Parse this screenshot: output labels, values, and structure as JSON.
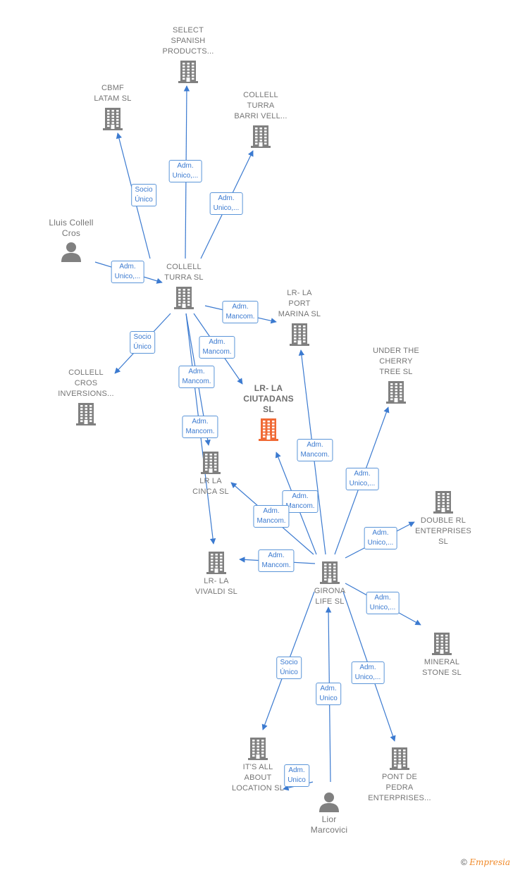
{
  "colors": {
    "company": "#808080",
    "highlight": "#f06a35",
    "edge": "#3b7ad0",
    "label_text": "#757575"
  },
  "nodes": [
    {
      "id": "select_spanish",
      "label": "SELECT\nSPANISH\nPRODUCTS...",
      "type": "company"
    },
    {
      "id": "cbmf",
      "label": "CBMF\nLATAM  SL",
      "type": "company"
    },
    {
      "id": "collell_barri",
      "label": "COLLELL\nTURRA\nBARRI VELL...",
      "type": "company"
    },
    {
      "id": "lluis",
      "label": "Lluis Collell\nCros",
      "type": "person"
    },
    {
      "id": "collell_turra",
      "label": "COLLELL\nTURRA  SL",
      "type": "company"
    },
    {
      "id": "lr_port",
      "label": "LR- LA\nPORT\nMARINA  SL",
      "type": "company"
    },
    {
      "id": "under_cherry",
      "label": "UNDER THE\nCHERRY\nTREE  SL",
      "type": "company"
    },
    {
      "id": "collell_cros",
      "label": "COLLELL\nCROS\nINVERSIONS...",
      "type": "company"
    },
    {
      "id": "lr_ciutadans",
      "label": "LR- LA\nCIUTADANS\nSL",
      "type": "highlight"
    },
    {
      "id": "lr_cinca",
      "label": "LR  LA\nCINCA  SL",
      "type": "company"
    },
    {
      "id": "double_rl",
      "label": "DOUBLE RL\nENTERPRISES\nSL",
      "type": "company"
    },
    {
      "id": "lr_vivaldi",
      "label": "LR- LA\nVIVALDI  SL",
      "type": "company"
    },
    {
      "id": "girona",
      "label": "GIRONA\nLIFE  SL",
      "type": "company"
    },
    {
      "id": "mineral",
      "label": "MINERAL\nSTONE  SL",
      "type": "company"
    },
    {
      "id": "its_all",
      "label": "IT'S ALL\nABOUT\nLOCATION  SL",
      "type": "company"
    },
    {
      "id": "pont",
      "label": "PONT DE\nPEDRA\nENTERPRISES...",
      "type": "company"
    },
    {
      "id": "lior",
      "label": "Lior\nMarcovici",
      "type": "person"
    }
  ],
  "edges": [
    {
      "from": "collell_turra",
      "to": "cbmf",
      "label": "Socio\nÚnico"
    },
    {
      "from": "collell_turra",
      "to": "select_spanish",
      "label": "Adm.\nUnico,..."
    },
    {
      "from": "collell_turra",
      "to": "collell_barri",
      "label": "Adm.\nUnico,..."
    },
    {
      "from": "lluis",
      "to": "collell_turra",
      "label": "Adm.\nUnico,..."
    },
    {
      "from": "collell_turra",
      "to": "lr_port",
      "label": "Adm.\nMancom."
    },
    {
      "from": "collell_turra",
      "to": "collell_cros",
      "label": "Socio\nÚnico"
    },
    {
      "from": "collell_turra",
      "to": "lr_ciutadans",
      "label": "Adm.\nMancom."
    },
    {
      "from": "collell_turra",
      "to": "lr_cinca",
      "label": "Adm.\nMancom."
    },
    {
      "from": "collell_turra",
      "to": "lr_vivaldi",
      "label": "Adm.\nMancom."
    },
    {
      "from": "girona",
      "to": "lr_port",
      "label": "Adm.\nMancom."
    },
    {
      "from": "girona",
      "to": "under_cherry",
      "label": "Adm.\nUnico,..."
    },
    {
      "from": "girona",
      "to": "lr_ciutadans",
      "label": "Adm.\nMancom."
    },
    {
      "from": "girona",
      "to": "lr_cinca",
      "label": "Adm.\nMancom."
    },
    {
      "from": "girona",
      "to": "double_rl",
      "label": "Adm.\nUnico,..."
    },
    {
      "from": "girona",
      "to": "lr_vivaldi",
      "label": "Adm.\nMancom."
    },
    {
      "from": "girona",
      "to": "mineral",
      "label": "Adm.\nUnico,..."
    },
    {
      "from": "girona",
      "to": "its_all",
      "label": "Socio\nÚnico"
    },
    {
      "from": "girona",
      "to": "pont",
      "label": "Adm.\nUnico,..."
    },
    {
      "from": "lior",
      "to": "girona",
      "label": "Adm.\nUnico"
    },
    {
      "from": "lior",
      "to": "its_all",
      "label": "Adm.\nUnico"
    }
  ],
  "footer": {
    "copyright": "©",
    "brand": "Empresia"
  }
}
